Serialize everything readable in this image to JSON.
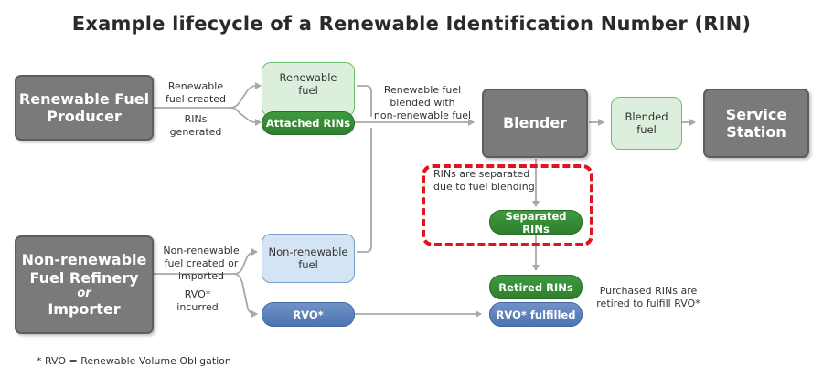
{
  "title": "Example lifecycle of a Renewable Identification Number (RIN)",
  "nodes": {
    "producer": "Renewable Fuel\nProducer",
    "refinery_line1": "Non-renewable",
    "refinery_line2": "Fuel Refinery",
    "refinery_or": "or",
    "refinery_line3": "Importer",
    "renewable_fuel": "Renewable\nfuel",
    "attached_rins": "Attached RINs",
    "nonrenewable_fuel": "Non-renewable\nfuel",
    "rvo": "RVO*",
    "blender": "Blender",
    "blended_fuel": "Blended\nfuel",
    "service_station": "Service\nStation",
    "separated_rins": "Separated RINs",
    "retired_rins": "Retired RINs",
    "rvo_fulfilled": "RVO* fulfilled"
  },
  "labels": {
    "renewable_fuel_created": "Renewable\nfuel created",
    "rins_generated": "RINs\ngenerated",
    "blended_with": "Renewable fuel\nblended with\nnon-renewable fuel",
    "separated_due": "RINs are separated\ndue to fuel blending",
    "nonrenewable_created": "Non-renewable\nfuel created or\nimported",
    "rvo_incurred": "RVO*\nincurred",
    "purchased_retired": "Purchased RINs are\nretired to fulfill RVO*"
  },
  "footnote": "* RVO = Renewable Volume Obligation",
  "colors": {
    "gray_box": "#7a7a7a",
    "light_green": "#dcefdc",
    "dark_green": "#2e7f2e",
    "light_blue": "#d4e4f4",
    "dark_blue": "#4d74b0",
    "highlight": "#e0141e",
    "connector": "#a8a8a8"
  }
}
